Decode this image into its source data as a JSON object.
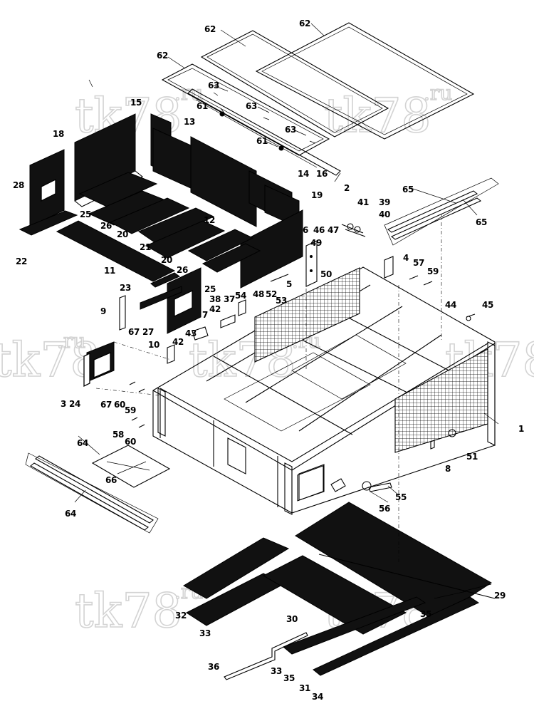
{
  "watermark": {
    "text": "tk78",
    "suffix": ".ru"
  },
  "callouts": [
    "1",
    "2",
    "3",
    "4",
    "5",
    "6",
    "7",
    "8",
    "9",
    "10",
    "11",
    "12",
    "13",
    "14",
    "15",
    "16",
    "18",
    "19",
    "20",
    "21",
    "22",
    "23",
    "24",
    "25",
    "26",
    "27",
    "28",
    "29",
    "30",
    "31",
    "32",
    "33",
    "34",
    "35",
    "36",
    "37",
    "38",
    "39",
    "40",
    "41",
    "42",
    "43",
    "44",
    "45",
    "46",
    "47",
    "48",
    "49",
    "50",
    "51",
    "52",
    "53",
    "54",
    "55",
    "56",
    "57",
    "58",
    "59",
    "60",
    "61",
    "62",
    "63",
    "64",
    "65",
    "66",
    "67"
  ]
}
